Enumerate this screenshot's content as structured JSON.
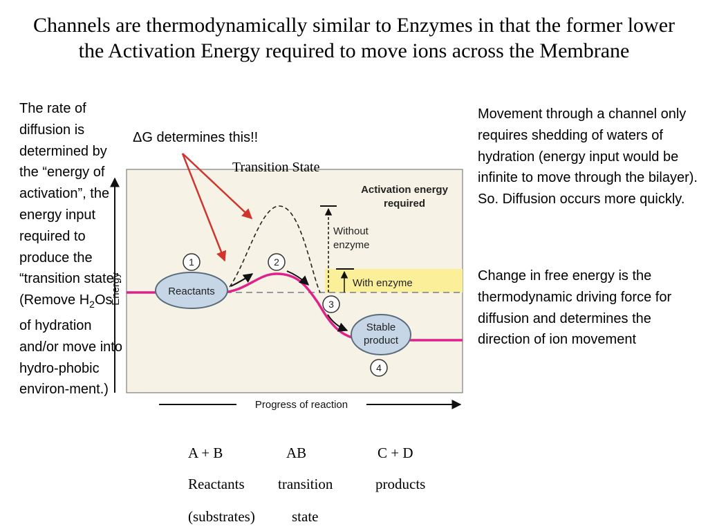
{
  "title": "Channels are thermodynamically similar to Enzymes in that the former lower the Activation Energy required to move ions across the Membrane",
  "left_text": {
    "before_sub": "The rate of diffusion is determined by the “energy of activation”, the energy input required to produce the “transition state”. (Remove H",
    "subscript": "2",
    "after_sub": "Os of hydration and/or move into hydro-phobic environ-ment.)"
  },
  "right_text": {
    "para1": "Movement through a channel only requires shedding of waters of hydration (energy input would be infinite to move through the bilayer). So. Diffusion occurs more quickly.",
    "para2": "Change in free energy is the thermodynamic driving force for diffusion and determines the direction of ion movement"
  },
  "annotations": {
    "delta_g": "ΔG determines this!!",
    "transition_state": "Transition State"
  },
  "diagram": {
    "header_line1": "Activation energy",
    "header_line2": "required",
    "without_line1": "Without",
    "without_line2": "enzyme",
    "with_enzyme": "With enzyme",
    "reactants": "Reactants",
    "product_line1": "Stable",
    "product_line2": "product",
    "step1": "1",
    "step2": "2",
    "step3": "3",
    "step4": "4",
    "y_axis": "Energy",
    "x_axis": "Progress of reaction",
    "colors": {
      "panel": "#f6f3e6",
      "curve": "#e0218a",
      "highlight": "#fbef9a",
      "bubble": "#c6d6e6",
      "bubble_stroke": "#5a6b7c",
      "arrow_red": "#d0342c"
    }
  },
  "equation": {
    "row1": [
      "A + B",
      "AB",
      "C + D"
    ],
    "row2": [
      "Reactants",
      "transition",
      "products"
    ],
    "row3": [
      "(substrates)",
      "state"
    ]
  }
}
